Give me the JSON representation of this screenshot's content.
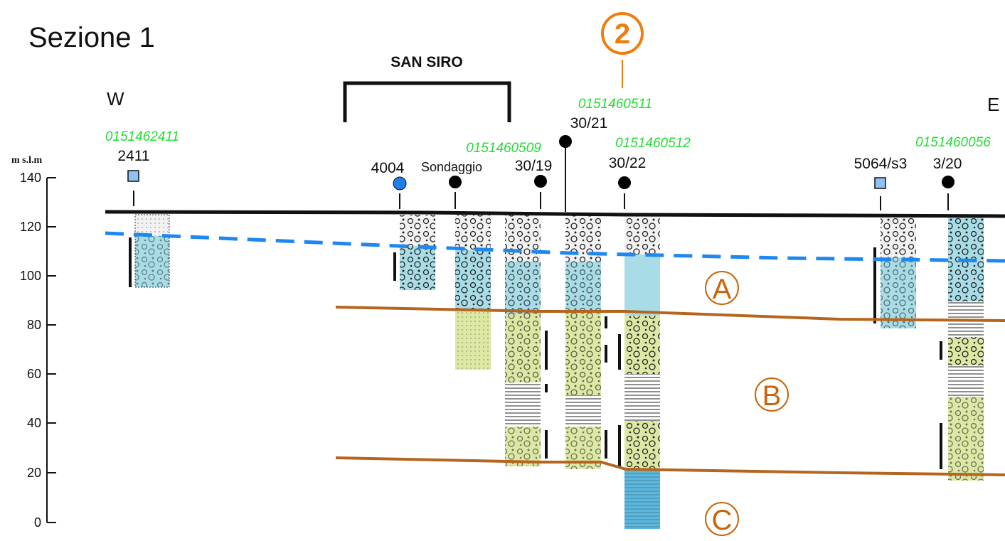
{
  "title": "Sezione 1",
  "direction_west": "W",
  "direction_east": "E",
  "group_label": "SAN SIRO",
  "section_marker": "2",
  "y_axis": {
    "label": "m s.l.m",
    "ticks": [
      140,
      120,
      100,
      80,
      60,
      40,
      20,
      0
    ]
  },
  "wells": [
    {
      "name": "2411",
      "code": "0151462411",
      "symbol": "square",
      "color": "#8ec2f2"
    },
    {
      "name": "4004",
      "code": "",
      "symbol": "circle",
      "color": "#1f7fe6"
    },
    {
      "name": "Sondaggio",
      "code": "",
      "symbol": "circle",
      "color": "#000000"
    },
    {
      "name": "30/19",
      "code": "0151460509",
      "symbol": "circle",
      "color": "#000000"
    },
    {
      "name": "30/21",
      "code": "0151460511",
      "symbol": "circle",
      "color": "#000000"
    },
    {
      "name": "30/22",
      "code": "0151460512",
      "symbol": "circle",
      "color": "#000000"
    },
    {
      "name": "5064/s3",
      "code": "",
      "symbol": "square",
      "color": "#8ec2f2"
    },
    {
      "name": "3/20",
      "code": "0151460056",
      "symbol": "circle",
      "color": "#000000"
    }
  ],
  "units": [
    "A",
    "B",
    "C"
  ],
  "colors": {
    "water_table": "#1e88f0",
    "boundary": "#b5651d",
    "aquifer": "#a8dde8",
    "green_fill": "#dce8a4",
    "deep_aquifer": "#5cb8de",
    "code_text": "#22dd33",
    "marker": "#f07d0f"
  }
}
